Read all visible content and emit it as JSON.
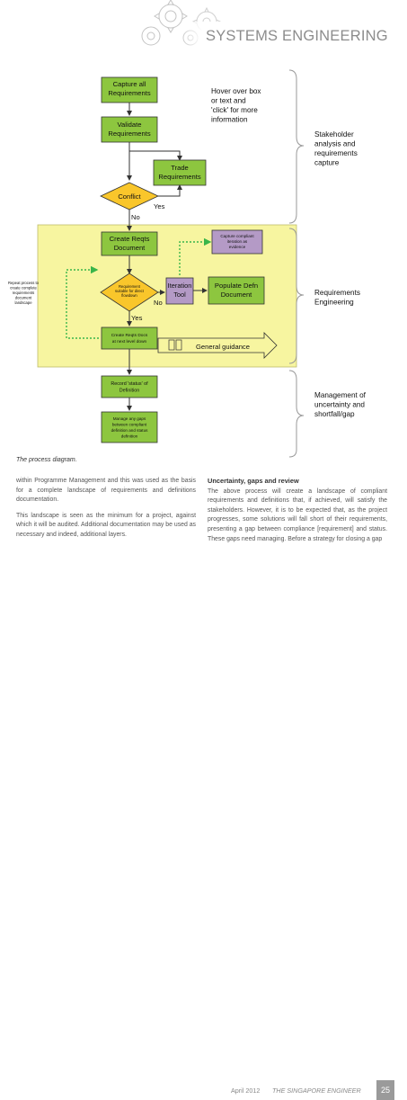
{
  "header": {
    "title": "SYSTEMS ENGINEERING"
  },
  "diagram": {
    "capture": "Capture all Requirements",
    "validate": "Validate Requirements",
    "trade": "Trade Requirements",
    "conflict": "Conflict",
    "no1": "No",
    "yes1": "Yes",
    "create_docs": "Create Reqts Document",
    "capture_compliant": "Capture compliant iteration as evidence",
    "requirement_suitable": "Requirement suitable for direct flowdown",
    "iteration": "Iteration Tool",
    "populate": "Populate Defn Document",
    "no2": "No",
    "yes2": "Yes",
    "repeat": "Repeat process to create complete requirements document landscape",
    "next_level": "Create Reqts Docs at next level down",
    "general": "General guidance",
    "record": "Record 'status' of Definition",
    "manage": "Manage any gaps between compliant definition and status definition",
    "hover": "Hover over box or text and 'click' for more information",
    "side1": "Stakeholder analysis and requirements capture",
    "side2": "Requirements Engineering",
    "side3": "Management of uncertainty and shortfall/gap"
  },
  "caption": "The process diagram.",
  "left_column": {
    "p1": "within Programme Management and this was used as the basis for a complete landscape of requirements and definitions documentation.",
    "p2": "This landscape is seen as the minimum for a project, against which it will be audited. Additional documentation may be used as necessary and indeed, additional layers."
  },
  "right_column": {
    "heading": "Uncertainty, gaps and review",
    "p1": "The above process will create a landscape of compliant requirements and definitions that, if achieved, will satisfy the stakeholders. However, it is to be expected that, as the project progresses, some solutions will fall short of their requirements, presenting a gap between compliance [requirement] and status. These gaps need managing. Before a strategy for closing a gap"
  },
  "footer": {
    "date": "April 2012",
    "magazine": "THE SINGAPORE ENGINEER",
    "page": "25"
  },
  "colors": {
    "green_box": "#8dc63f",
    "purple_box": "#b49ac6",
    "yellow_panel": "#f7f5a0",
    "diamond": "#f9c62b",
    "accent_gray": "#8c8c8c"
  }
}
